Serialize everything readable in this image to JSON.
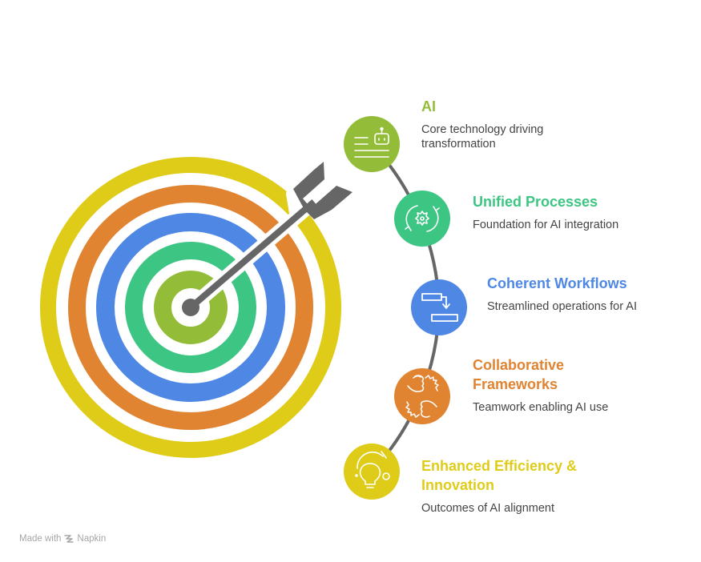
{
  "diagram": {
    "type": "target-with-steps",
    "colors": {
      "lime": "#93BD38",
      "green": "#3CC583",
      "blue": "#4E88E4",
      "orange": "#E08432",
      "yellow": "#DFCC18",
      "gray": "#666666",
      "text": "#444444"
    },
    "rings": [
      {
        "name": "lime",
        "color": "#93BD38"
      },
      {
        "name": "green",
        "color": "#3CC583"
      },
      {
        "name": "blue",
        "color": "#4E88E4"
      },
      {
        "name": "orange",
        "color": "#E08432"
      },
      {
        "name": "yellow",
        "color": "#DFCC18"
      }
    ],
    "steps": [
      {
        "title": "AI",
        "description": "Core technology driving transformation",
        "color": "#93BD38",
        "icon": "robot-document-icon"
      },
      {
        "title": "Unified Processes",
        "description": "Foundation for AI integration",
        "color": "#3CC583",
        "icon": "gear-cycle-icon"
      },
      {
        "title": "Coherent Workflows",
        "description": "Streamlined operations for AI",
        "color": "#4E88E4",
        "icon": "workflow-icon"
      },
      {
        "title": "Collaborative Frameworks",
        "description": "Teamwork enabling AI use",
        "color": "#E08432",
        "icon": "fist-bump-icon"
      },
      {
        "title": "Enhanced Efficiency & Innovation",
        "description": "Outcomes of AI alignment",
        "color": "#DFCC18",
        "icon": "lightbulb-icon"
      }
    ]
  },
  "watermark": {
    "prefix": "Made with",
    "brand": "Napkin"
  }
}
